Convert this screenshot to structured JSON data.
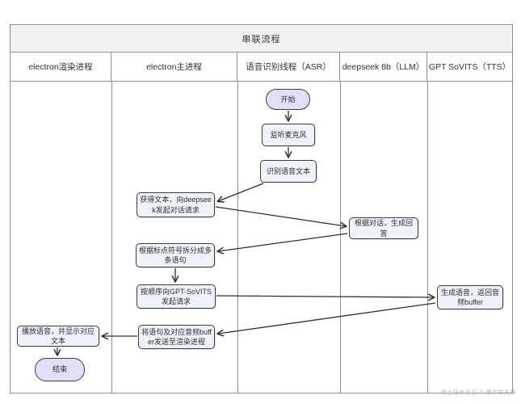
{
  "title": "串联流程",
  "lanes": [
    {
      "label": "electron渲染进程"
    },
    {
      "label": "electron主进程"
    },
    {
      "label": "语音识别线程（ASR）"
    },
    {
      "label": "deepseek 8b（LLM）"
    },
    {
      "label": "GPT SoVITS（TTS）"
    }
  ],
  "nodes": {
    "start": {
      "label": "开始",
      "type": "terminal",
      "lane": "语音识别线程（ASR）"
    },
    "listen_mic": {
      "label": "监听麦克风",
      "type": "process",
      "lane": "语音识别线程（ASR）"
    },
    "recognize_text": {
      "label": "识别语音文本",
      "type": "process",
      "lane": "语音识别线程（ASR）"
    },
    "get_text_request": {
      "label": "获得文本，向deepseek发起对话请求",
      "type": "process",
      "lane": "electron主进程"
    },
    "generate_answer": {
      "label": "根据对话，生成回答",
      "type": "process",
      "lane": "deepseek 8b（LLM）"
    },
    "split_sentences": {
      "label": "根据标点符号拆分成多条语句",
      "type": "process",
      "lane": "electron主进程"
    },
    "request_tts": {
      "label": "按顺序向GPT-SoVITS发起请求",
      "type": "process",
      "lane": "electron主进程"
    },
    "generate_audio": {
      "label": "生成语音，返回音频buffer",
      "type": "process",
      "lane": "GPT SoVITS（TTS）"
    },
    "send_to_renderer": {
      "label": "将语句及对应音频buffer发送至渲染进程",
      "type": "process",
      "lane": "electron主进程"
    },
    "play_audio": {
      "label": "播放语音，并显示对应文本",
      "type": "process",
      "lane": "electron渲染进程"
    },
    "end": {
      "label": "结束",
      "type": "terminal",
      "lane": "electron渲染进程"
    }
  },
  "edges": [
    {
      "from": "start",
      "to": "listen_mic"
    },
    {
      "from": "listen_mic",
      "to": "recognize_text"
    },
    {
      "from": "recognize_text",
      "to": "get_text_request"
    },
    {
      "from": "get_text_request",
      "to": "generate_answer"
    },
    {
      "from": "generate_answer",
      "to": "split_sentences"
    },
    {
      "from": "split_sentences",
      "to": "request_tts"
    },
    {
      "from": "request_tts",
      "to": "generate_audio"
    },
    {
      "from": "generate_audio",
      "to": "send_to_renderer"
    },
    {
      "from": "send_to_renderer",
      "to": "play_audio"
    },
    {
      "from": "play_audio",
      "to": "end"
    }
  ],
  "watermark": "稀土技术社区 © 摩尔林先锋",
  "colors": {
    "terminal_fill": "#e4def8",
    "process_fill": "#eef2fa",
    "node_border": "#3d3d3d",
    "table_line": "#8f8f8f",
    "title_bg": "#f2f2f2",
    "arrow": "#2f2f2f"
  }
}
